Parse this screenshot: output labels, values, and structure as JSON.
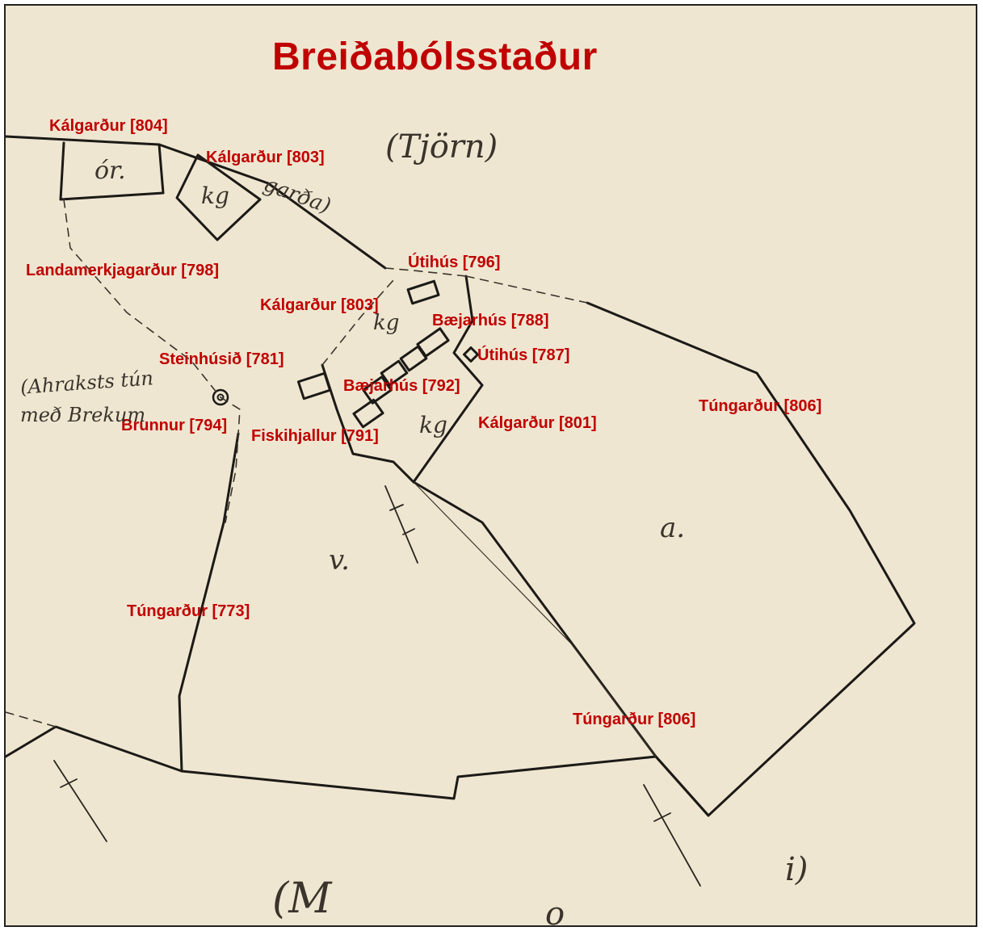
{
  "map": {
    "title": "Breiðabólsstaður",
    "labels": [
      "Kálgarður [804]",
      "Kálgarður [803]",
      "Landamerkjagarður [798]",
      "Útihús [796]",
      "Kálgarður [803]",
      "Bæjarhús [788]",
      "Steinhúsið [781]",
      "Útihús [787]",
      "Bæjarhús [792]",
      "Túngarður [806]",
      "Brunnur [794]",
      "Fiskihjallur [791]",
      "Kálgarður [801]",
      "Túngarður [773]",
      "Túngarður [806]"
    ],
    "handwriting": [
      "(Tjörn)",
      "ór.",
      "kg",
      "garða)",
      "kg",
      "(Ahraksts tún",
      "með Brekum",
      "kg",
      "a.",
      "v.",
      "(M",
      "o",
      "i)"
    ]
  }
}
